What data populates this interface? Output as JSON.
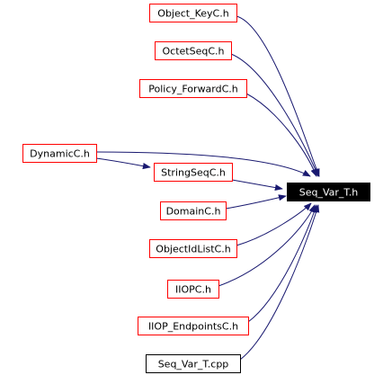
{
  "target": {
    "label": "Seq_Var_T.h",
    "fill": "#000000",
    "text_color": "#ffffff"
  },
  "sources": [
    {
      "id": "object-keyc",
      "label": "Object_KeyC.h"
    },
    {
      "id": "octetseqc",
      "label": "OctetSeqC.h"
    },
    {
      "id": "policy-forwardc",
      "label": "Policy_ForwardC.h"
    },
    {
      "id": "dynamicc",
      "label": "DynamicC.h"
    },
    {
      "id": "stringseqc",
      "label": "StringSeqC.h"
    },
    {
      "id": "domainc",
      "label": "DomainC.h"
    },
    {
      "id": "objectidlistc",
      "label": "ObjectIdListC.h"
    },
    {
      "id": "iiopc",
      "label": "IIOPC.h"
    },
    {
      "id": "iiop-endpointsc",
      "label": "IIOP_EndpointsC.h"
    },
    {
      "id": "seq-var-t-cpp",
      "label": "Seq_Var_T.cpp"
    }
  ],
  "edges": [
    {
      "from": "object-keyc",
      "to": "target"
    },
    {
      "from": "octetseqc",
      "to": "target"
    },
    {
      "from": "policy-forwardc",
      "to": "target"
    },
    {
      "from": "dynamicc",
      "to": "target"
    },
    {
      "from": "dynamicc",
      "to": "stringseqc"
    },
    {
      "from": "stringseqc",
      "to": "target"
    },
    {
      "from": "domainc",
      "to": "target"
    },
    {
      "from": "objectidlistc",
      "to": "target"
    },
    {
      "from": "iiopc",
      "to": "target"
    },
    {
      "from": "iiop-endpointsc",
      "to": "target"
    },
    {
      "from": "seq-var-t-cpp",
      "to": "target"
    }
  ],
  "colors": {
    "node_border": "#ff0000",
    "file_node_border": "#000000",
    "edge": "#191970",
    "text": "#000000"
  }
}
